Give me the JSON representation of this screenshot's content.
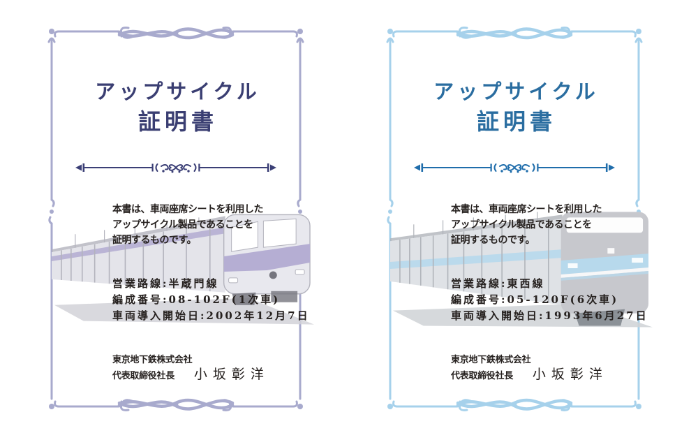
{
  "page": {
    "background": "#ffffff"
  },
  "certificates": [
    {
      "name": "upcycle-certificate-hanzomon-line",
      "title_line1": "アップサイクル",
      "title_line2": "証明書",
      "body_lines": [
        "本書は、車両座席シートを利用した",
        "アップサイクル製品であることを",
        "証明するものです。"
      ],
      "details": [
        "営業路線:半蔵門線",
        "編成番号:08-102F(1次車)",
        "車両導入開始日:2002年12月7日"
      ],
      "company": "東京地下鉄株式会社",
      "signer_role": "代表取締役社長",
      "signer_name": "小坂彰洋",
      "colors": {
        "frame": "#a8aacd",
        "title": "#3a3e72",
        "divider": "#3b3f76",
        "text": "#26211f",
        "train_side": "#e4e4ea",
        "train_line": "#b3b3bd",
        "train_front": "#e8e8ee",
        "train_accent": "#b5aed3",
        "train_shadow": "#d2d2d8",
        "train_dark": "#75757e"
      }
    },
    {
      "name": "upcycle-certificate-tozai-line",
      "title_line1": "アップサイクル",
      "title_line2": "証明書",
      "body_lines": [
        "本書は、車両座席シートを利用した",
        "アップサイクル製品であることを",
        "証明するものです。"
      ],
      "details": [
        "営業路線:東西線",
        "編成番号:05-120F(6次車)",
        "車両導入開始日:1993年6月27日"
      ],
      "company": "東京地下鉄株式会社",
      "signer_role": "代表取締役社長",
      "signer_name": "小坂彰洋",
      "colors": {
        "frame": "#a6d1eb",
        "title": "#2a6da0",
        "divider": "#1f6dab",
        "text": "#26211f",
        "train_side": "#dfe2e6",
        "train_line": "#b0b4ba",
        "train_front": "#c7c8cd",
        "train_accent": "#b7d9ec",
        "train_shadow": "#cfd2d6",
        "train_dark": "#83888f"
      }
    }
  ]
}
